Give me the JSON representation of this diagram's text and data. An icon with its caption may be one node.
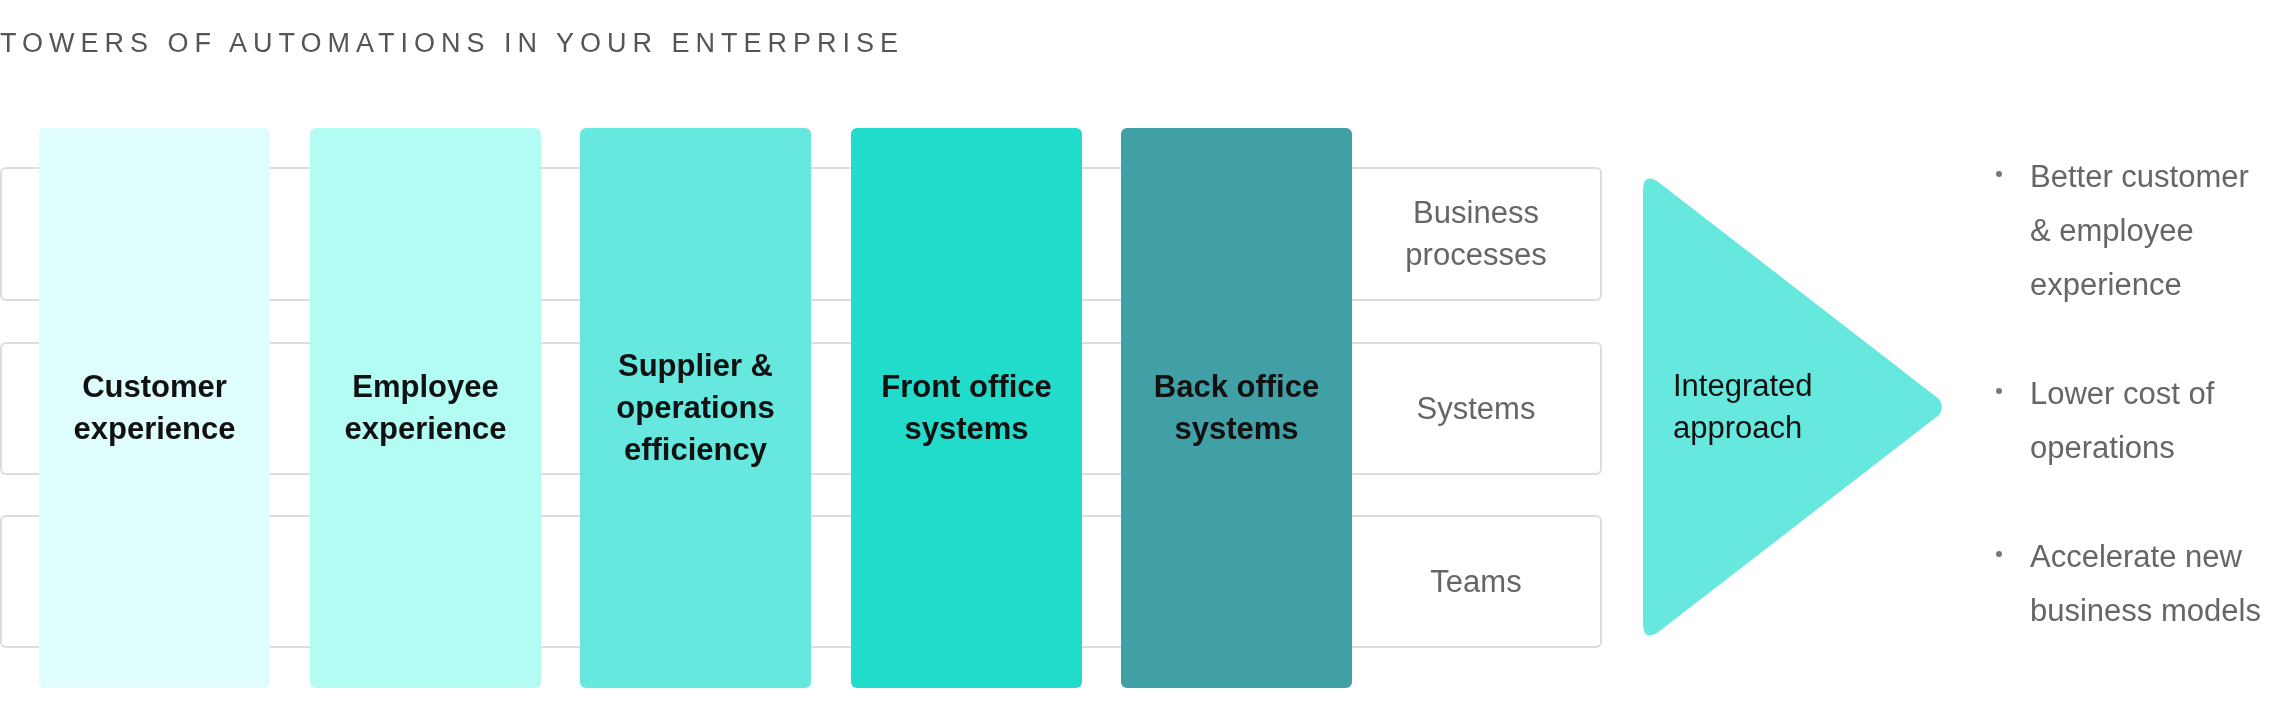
{
  "diagram": {
    "title": "TOWERS OF AUTOMATIONS IN YOUR ENTERPRISE",
    "nodes": [
      {
        "text": [
          "Business processes"
        ]
      },
      {
        "text": [
          "Systems"
        ]
      },
      {
        "text": [
          "Teams"
        ]
      },
      {
        "text": [
          "Customer experience"
        ]
      },
      {
        "text": [
          "Employee experience"
        ]
      },
      {
        "text": [
          "Supplier & operations efficiency"
        ]
      },
      {
        "text": [
          "Front office systems"
        ]
      },
      {
        "text": [
          "Back office systems"
        ]
      },
      {
        "text": [
          "Integrated approach"
        ]
      }
    ],
    "labels": [
      "Better customer & employee experience",
      "Lower cost of operations",
      "Accelerate new business models"
    ]
  }
}
